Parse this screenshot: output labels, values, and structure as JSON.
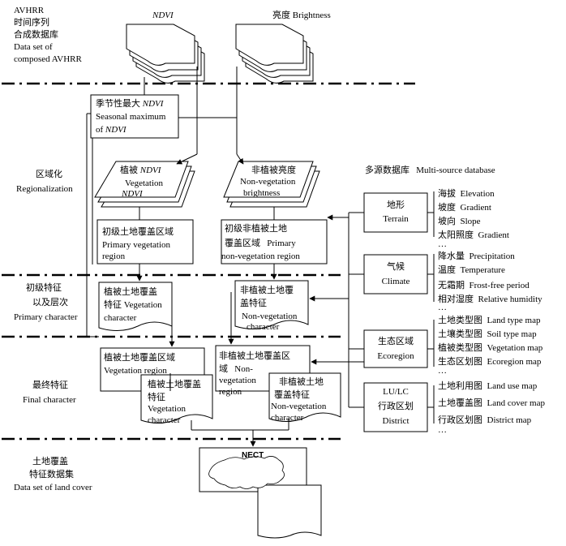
{
  "stages": {
    "source": {
      "zh1": "AVHRR",
      "zh2": "时间序列",
      "zh3": "合成数据库",
      "en1": "Data set of",
      "en2": "composed AVHRR"
    },
    "regionalization": {
      "zh": "区域化",
      "en": "Regionalization"
    },
    "primary": {
      "zh1": "初级特征",
      "zh2": "以及层次",
      "en": "Primary character"
    },
    "final": {
      "zh": "最终特征",
      "en": "Final character"
    },
    "landcover": {
      "zh1": "土地覆盖",
      "zh2": "特征数据集",
      "en": "Data set of land cover"
    }
  },
  "inputs": {
    "ndvi": "NDVI",
    "brightness": "亮度 Brightness"
  },
  "boxes": {
    "seasonal": {
      "zh": "季节性最大",
      "ndvi": "NDVI",
      "en1": "Seasonal maximum",
      "en2": "of",
      "en2b": "NDVI"
    },
    "veg_ndvi": {
      "zh": "植被",
      "ndvi1": "NDVI",
      "en": "Vegetation",
      "ndvi2": "NDVI"
    },
    "nonveg_bright": {
      "zh": "非植被亮度",
      "en1": "Non-vegetation",
      "en2": "brightness"
    },
    "primary_veg_region": {
      "zh": "初级土地覆盖区域",
      "en1": "Primary vegetation",
      "en2": "region"
    },
    "primary_nonveg_region": {
      "zh1": "初级非植被土地",
      "zh2": "覆盖区域",
      "en0": "Primary",
      "en": "non-vegetation region"
    },
    "veg_char": {
      "zh1": "植被土地覆盖",
      "zh2": "特征",
      "en1": "Vegetation",
      "en2": "character"
    },
    "nonveg_char": {
      "zh1": "非植被土地覆",
      "zh2": "盖特征",
      "en1": "Non-vegetation",
      "en2": "character"
    },
    "veg_region": {
      "zh": "植被土地覆盖区域",
      "en": "Vegetation region"
    },
    "veg_final_char": {
      "zh1": "植被土地覆盖",
      "zh2": "特征",
      "en1": "Vegetation",
      "en2": "character"
    },
    "nonveg_region": {
      "zh1": "非植被土地覆盖区",
      "zh2": "域",
      "en1": "Non-",
      "en2": "vegetation",
      "en3": "region"
    },
    "nonveg_final_char": {
      "zh1": "非植被土地",
      "zh2": "覆盖特征",
      "en1": "Non-vegetation",
      "en2": "character"
    },
    "nect": "NECT"
  },
  "multisource": {
    "title": "多源数据库",
    "title_en": "Multi-source database",
    "sources": [
      {
        "zh": "地形",
        "en": "Terrain",
        "items": [
          {
            "zh": "海拔",
            "en": "Elevation"
          },
          {
            "zh": "坡度",
            "en": "Gradient"
          },
          {
            "zh": "坡向",
            "en": "Slope"
          },
          {
            "zh": "太阳照度",
            "en": "Gradient"
          }
        ]
      },
      {
        "zh": "气候",
        "en": "Climate",
        "items": [
          {
            "zh": "降水量",
            "en": "Precipitation"
          },
          {
            "zh": "温度",
            "en": "Temperature"
          },
          {
            "zh": "无霜期",
            "en": "Frost-free period"
          },
          {
            "zh": "相对湿度",
            "en": "Relative humidity"
          }
        ]
      },
      {
        "zh": "生态区域",
        "en": "Ecoregion",
        "items": [
          {
            "zh": "土地类型图",
            "en": "Land type map"
          },
          {
            "zh": "土壤类型图",
            "en": "Soil type map"
          },
          {
            "zh": "植被类型图",
            "en": "Vegetation map"
          },
          {
            "zh": "生态区划图",
            "en": "Ecoregion map"
          }
        ]
      },
      {
        "zh": "LU/LC",
        "zh2": "行政区划",
        "en": "District",
        "items": [
          {
            "zh": "土地利用图",
            "en": "Land use map"
          },
          {
            "zh": "土地覆盖图",
            "en": "Land cover map"
          },
          {
            "zh": "行政区划图",
            "en": "District map"
          }
        ]
      }
    ],
    "ellipsis": "…"
  }
}
